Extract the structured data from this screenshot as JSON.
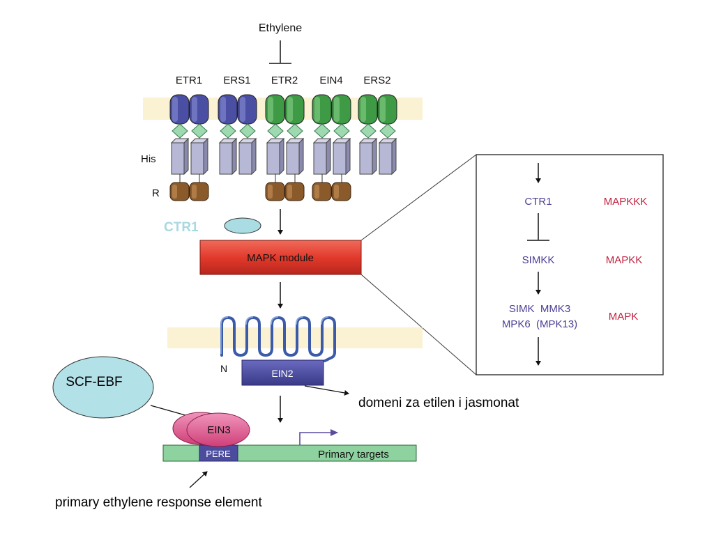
{
  "ethylene_label": "Ethylene",
  "receptors": [
    {
      "label": "ETR1",
      "color": "#4a4fa3",
      "light": "#7f84cc",
      "has_r": true
    },
    {
      "label": "ERS1",
      "color": "#4a4fa3",
      "light": "#7f84cc",
      "has_r": false
    },
    {
      "label": "ETR2",
      "color": "#3e9a45",
      "light": "#7cc77f",
      "has_r": true
    },
    {
      "label": "EIN4",
      "color": "#3e9a45",
      "light": "#7cc77f",
      "has_r": true
    },
    {
      "label": "ERS2",
      "color": "#3e9a45",
      "light": "#7cc77f",
      "has_r": false
    }
  ],
  "domain_labels": {
    "his": "His",
    "r": "R"
  },
  "ctr1_label": "CTR1",
  "mapk_module_label": "MAPK module",
  "ein2": {
    "label": "EIN2",
    "n_label": "N"
  },
  "ein2_note": "domeni za etilen i jasmonat",
  "scf_label": "SCF-EBF",
  "ein3_label": "EIN3",
  "pere_label": "PERE",
  "primary_targets_label": "Primary targets",
  "pere_note": "primary ethylene response element",
  "inset": {
    "rows": [
      {
        "names": [
          "CTR1"
        ],
        "level": "MAPKKK"
      },
      {
        "names": [
          "SIMKK"
        ],
        "level": "MAPKK"
      },
      {
        "names": [
          "SIMK  MMK3",
          "MPK6  (MPK13)"
        ],
        "level": "MAPK"
      }
    ]
  },
  "colors": {
    "membrane": "#fbf2d3",
    "mapk_box": "#e23a2c",
    "ein2_box": "#4c4c9e",
    "ein3": "#e0578e",
    "dna": "#8ed29f",
    "pere": "#4c4c9e",
    "ctr1_text": "#a8d8e0",
    "ctr1_oval": "#a9dce3",
    "scf_oval": "#b3e1e8",
    "inset_names": "#4b3f93",
    "inset_levels": "#c2203f"
  }
}
